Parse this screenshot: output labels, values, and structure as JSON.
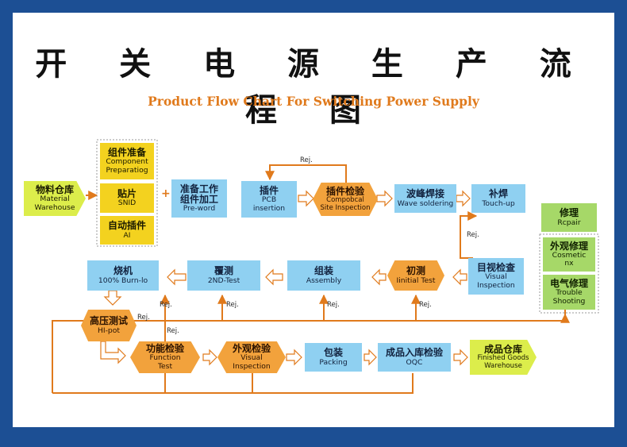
{
  "title_cn": "开 关 电 源 生 产 流 程 图",
  "title_en": "Product Flow Chart For Switching Power Supply",
  "steps": {
    "material_warehouse": {
      "cn": "物料仓库",
      "en1": "Material",
      "en2": "Warehouse"
    },
    "component_preparation": {
      "cn": "组件准备",
      "en1": "Component",
      "en2": "Preparatiog"
    },
    "snid": {
      "cn": "贴片",
      "en1": "SNID"
    },
    "ai": {
      "cn": "自动插件",
      "en1": "AI"
    },
    "preword": {
      "cn1": "准备工作",
      "cn2": "组件加工",
      "en1": "Pre-word"
    },
    "pcb_insertion": {
      "cn": "插件",
      "en1": "PCB",
      "en2": "insertion"
    },
    "site_inspection": {
      "cn": "插件检验",
      "en1": "Compobcal",
      "en2": "Site Inspection"
    },
    "wave_soldering": {
      "cn": "波峰焊接",
      "en1": "Wave soldering"
    },
    "touch_up": {
      "cn": "补焊",
      "en1": "Touch-up"
    },
    "repair": {
      "cn": "修理",
      "en1": "Rcpair"
    },
    "cosmetic": {
      "cn": "外观修理",
      "en1": "Cosmetic",
      "en2": "nx"
    },
    "trouble": {
      "cn": "电气修理",
      "en1": "Trouble",
      "en2": "Shooting"
    },
    "visual_inspection": {
      "cn": "目视检查",
      "en1": "Visual",
      "en2": "Inspection"
    },
    "initial_test": {
      "cn": "初测",
      "en1": "Iinitial Test"
    },
    "assembly": {
      "cn": "组装",
      "en1": "Assembly"
    },
    "second_test": {
      "cn": "覆测",
      "en1": "2ND-Test"
    },
    "burn_in": {
      "cn": "烧机",
      "en1": "100% Burn-lo"
    },
    "hipot": {
      "cn": "高压测试",
      "en1": "HI-pot"
    },
    "function_test": {
      "cn": "功能检验",
      "en1": "Function",
      "en2": "Test"
    },
    "visual_inspection2": {
      "cn": "外观检验",
      "en1": "Visual",
      "en2": "Inspection"
    },
    "packing": {
      "cn": "包装",
      "en1": "Packing"
    },
    "oqc": {
      "cn": "成品入库检验",
      "en1": "OQC"
    },
    "finished_goods": {
      "cn": "成品仓库",
      "en1": "Finished Goods",
      "en2": "Warehouse"
    }
  },
  "rej_label": "Rej.",
  "plus_sign": "+",
  "colors": {
    "frame": "#1c4f94",
    "arrow": "#e07a1c",
    "blue_box": "#8fd0f1",
    "yellow_box": "#f3d21f",
    "orange_hex": "#f2a23c",
    "lime_box": "#dced4b",
    "green_box": "#a6d868"
  }
}
